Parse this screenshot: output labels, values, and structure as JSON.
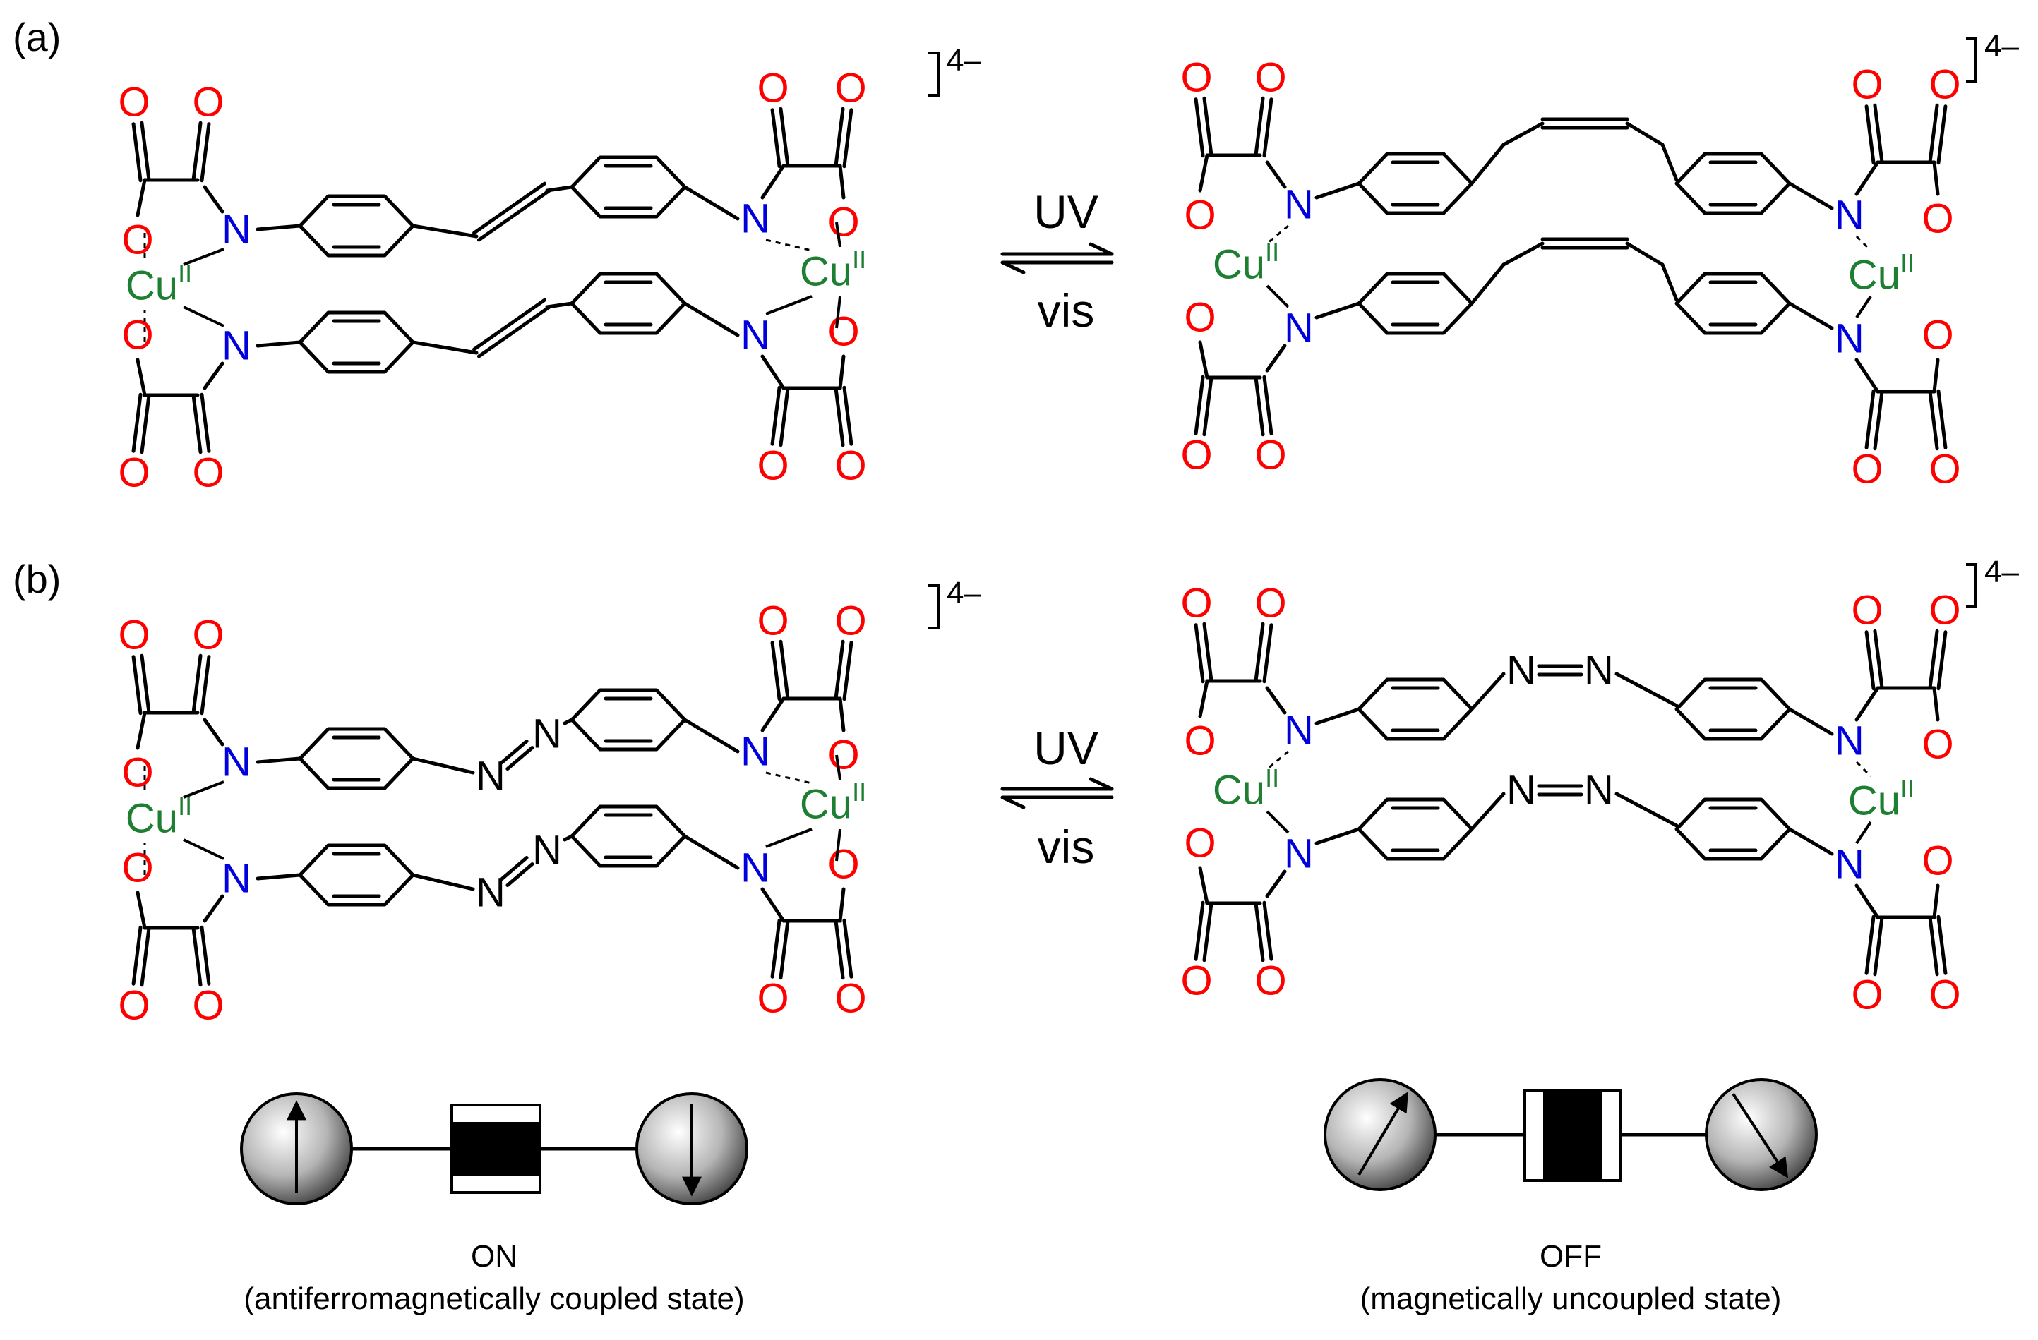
{
  "panels": {
    "a": {
      "label": "(a)"
    },
    "b": {
      "label": "(b)"
    }
  },
  "atoms": {
    "oxygen": "O",
    "nitrogen": "N",
    "copper": "Cu",
    "oxidation": "II"
  },
  "charge": "4–",
  "arrows": {
    "forward": "UV",
    "reverse": "vis"
  },
  "states": {
    "on": {
      "title": "ON",
      "subtitle": "(antiferromagnetically coupled state)"
    },
    "off": {
      "title": "OFF",
      "subtitle": "(magnetically uncoupled state)"
    }
  },
  "colors": {
    "oxygen": "#ff0000",
    "nitrogen": "#0000dd",
    "copper": "#1e7f32",
    "bond": "#000000"
  },
  "icons": {
    "spin_up": "arrow-up-icon",
    "spin_down": "arrow-down-icon",
    "spin_tilt_right": "arrow-up-right-icon",
    "spin_tilt_down": "arrow-down-right-icon",
    "switch_on": "switch-closed-icon",
    "switch_off": "switch-open-icon"
  }
}
